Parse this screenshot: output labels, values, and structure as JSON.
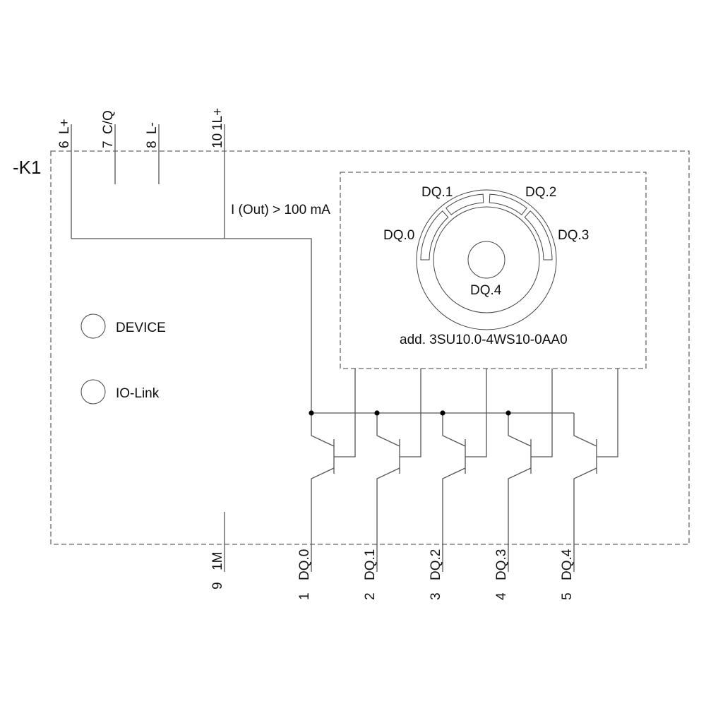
{
  "device": {
    "designation": "-K1",
    "current_note": "I (Out) > 100 mA",
    "indicators": [
      {
        "label": "DEVICE"
      },
      {
        "label": "IO-Link"
      }
    ]
  },
  "top_terminals": [
    {
      "number": "6",
      "signal": "L+"
    },
    {
      "number": "7",
      "signal": "C/Q"
    },
    {
      "number": "8",
      "signal": "L-"
    },
    {
      "number": "10",
      "signal": "1L+"
    }
  ],
  "bottom_terminals": [
    {
      "number": "9",
      "signal": "1M"
    },
    {
      "number": "1",
      "signal": "DQ.0"
    },
    {
      "number": "2",
      "signal": "DQ.1"
    },
    {
      "number": "3",
      "signal": "DQ.2"
    },
    {
      "number": "4",
      "signal": "DQ.3"
    },
    {
      "number": "5",
      "signal": "DQ.4"
    }
  ],
  "light_ring": {
    "segments": [
      {
        "label": "DQ.0"
      },
      {
        "label": "DQ.1"
      },
      {
        "label": "DQ.2"
      },
      {
        "label": "DQ.3"
      }
    ],
    "center_label": "DQ.4",
    "accessory": "add. 3SU10.0-4WS10-0AA0"
  },
  "transistor_count": 5
}
